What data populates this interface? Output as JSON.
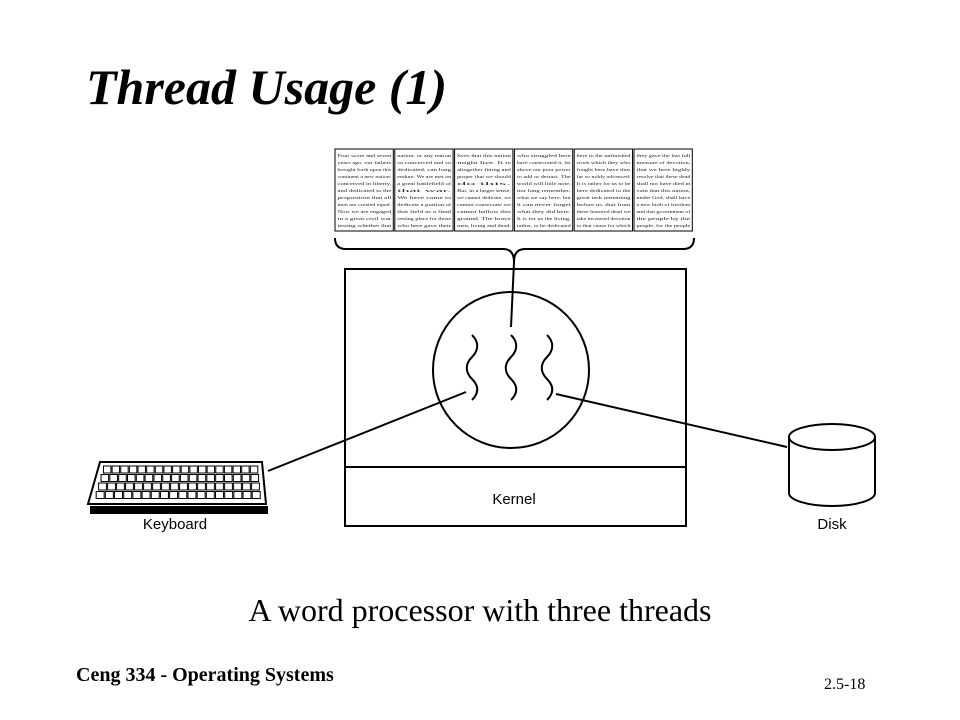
{
  "slide": {
    "title": "Thread Usage (1)",
    "caption": "A word processor with three threads",
    "footer_course": "Ceng 334 - Operating Systems",
    "page_number": "2.5-18"
  },
  "diagram": {
    "kernel_label": "Kernel",
    "keyboard_label": "Keyboard",
    "disk_label": "Disk",
    "document_columns": [
      [
        "Four score and seven",
        "years ago, our fathers",
        "brought forth upon this",
        "continent a new nation:",
        "conceived in liberty,",
        "and dedicated to the",
        "proposition that all",
        "men are created equal.",
        "Now we are engaged",
        "in a great civil war",
        "testing whether that"
      ],
      [
        "nation, or any nation",
        "so conceived and so",
        "dedicated, can long",
        "endure. We are met on",
        "a great battlefield of",
        "that war.",
        "We have come to",
        "dedicate a portion of",
        "that field as a final",
        "resting place for those",
        "who here gave their"
      ],
      [
        "lives that this nation",
        "might live. It is",
        "altogether fitting and",
        "proper that we should",
        "do this.",
        "But, in a larger sense,",
        "we cannot dedicate, we",
        "cannot consecrate we",
        "cannot hallow this",
        "ground. The brave",
        "men, living and dead,"
      ],
      [
        "who struggled here",
        "have consecrated it, far",
        "above our poor power",
        "to add or detract. The",
        "world will little note,",
        "nor long remember,",
        "what we say here, but",
        "it can never forget",
        "what they did here.",
        "It is for us the living,",
        "rather, to be dedicated"
      ],
      [
        "here to the unfinished",
        "work which they who",
        "fought here have thus",
        "far so nobly advanced.",
        "It is rather for us to be",
        "here dedicated to the",
        "great task remaining",
        "before us, that from",
        "these honored dead we",
        "take increased devotion",
        "to that cause for which"
      ],
      [
        "they gave the last full",
        "measure of devotion,",
        "that we here highly",
        "resolve that these dead",
        "shall not have died in",
        "vain that this nation,",
        "under God, shall have",
        "a new birth of freedom",
        "and that government of",
        "the people by the",
        "people, for the people"
      ]
    ]
  }
}
